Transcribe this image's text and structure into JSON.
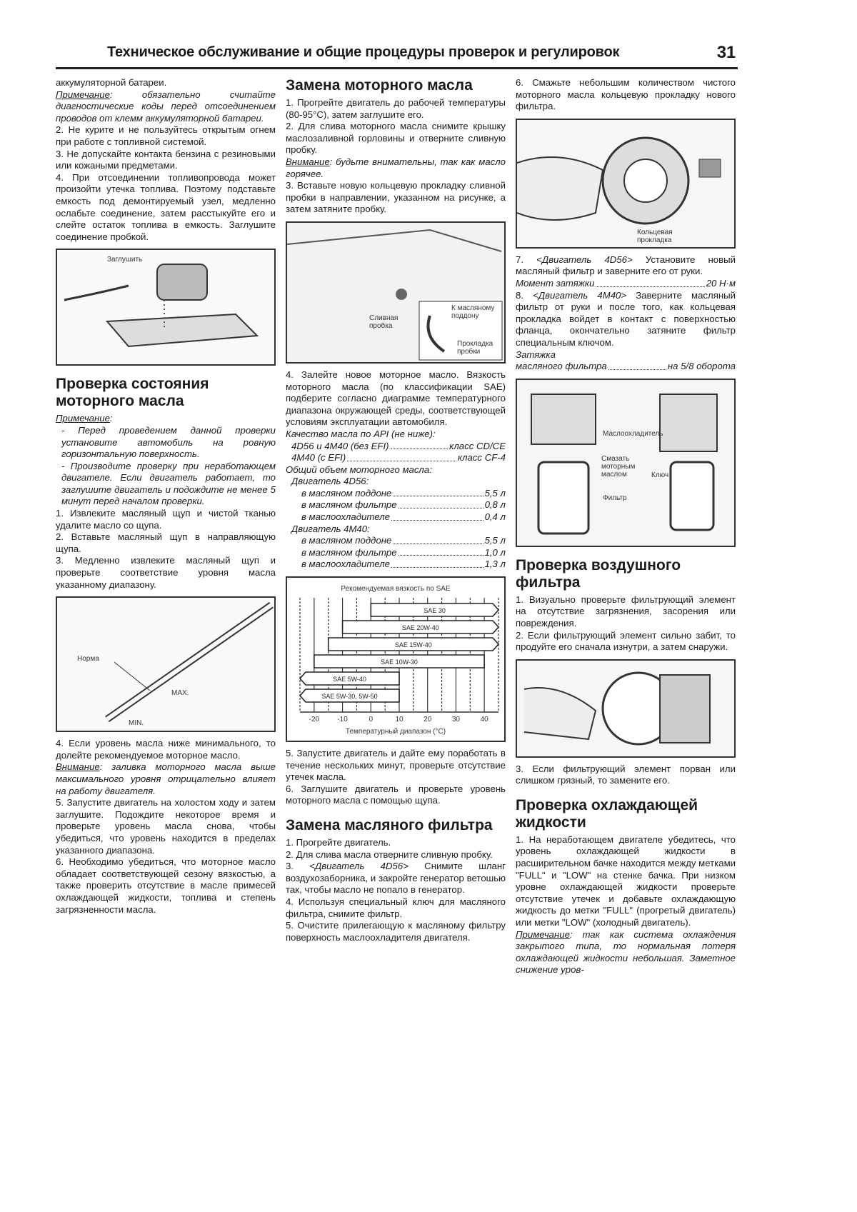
{
  "header": {
    "title": "Техническое обслуживание и общие процедуры проверок и регулировок",
    "page": "31"
  },
  "col1": {
    "p1": "аккумуляторной батареи.",
    "note_label": "Примечание",
    "note": ": обязательно считайте диагностические коды перед отсоединением проводов от клемм аккумуляторной батареи.",
    "p2": "2. Не курите и не пользуйтесь открытым огнем при работе с топливной системой.",
    "p3": "3. Не допускайте контакта бензина с резиновыми или кожаными предметами.",
    "p4": "4. При отсоединении топливопровода может произойти утечка топлива. Поэтому подставьте емкость под демонтируемый узел, медленно ослабьте соединение, затем расстыкуйте его и слейте остаток топлива в емкость. Заглушите соединение пробкой.",
    "fig1_caption": "Заглушить",
    "h_check": "Проверка состояния моторного масла",
    "note2_label": "Примечание",
    "note2_a": "- Перед проведением данной проверки установите автомобиль на ровную горизонтальную поверхность.",
    "note2_b": "- Производите проверку при неработающем двигателе. Если двигатель работает, то заглушите двигатель и подождите не менее 5 минут перед началом проверки.",
    "s1": "1. Извлеките масляный щуп и чистой тканью удалите масло со щупа.",
    "s2": "2. Вставьте масляный щуп в направляющую щупа.",
    "s3": "3. Медленно извлеките масляный щуп и проверьте соответствие уровня масла указанному диапазону.",
    "fig2_norm": "Норма",
    "fig2_max": "MAX.",
    "fig2_min": "MIN.",
    "s4": "4. Если уровень масла ниже минимального, то долейте рекомендуемое моторное масло.",
    "warn_label": "Внимание",
    "warn": ": заливка моторного масла выше максимального уровня отрицательно влияет на работу двигателя.",
    "s5": "5. Запустите двигатель на холостом ходу и затем заглушите. Подождите некоторое время и проверьте уровень масла снова, чтобы убедиться, что уровень находится в пределах указанного диапазона.",
    "s6": "6. Необходимо убедиться, что моторное масло обладает соответствующей сезону вязкостью, а также проверить отсутствие в масле примесей охлаждающей жидкости, топлива и степень загрязненности масла."
  },
  "col2": {
    "h_oil": "Замена моторного масла",
    "s1": "1. Прогрейте двигатель до рабочей температуры (80-95°С), затем заглушите его.",
    "s2": "2. Для слива моторного масла снимите крышку маслозаливной горловины и отверните сливную пробку.",
    "warn_label": "Внимание",
    "warn": ": будьте внимательны, так как масло горячее.",
    "s3": "3. Вставьте новую кольцевую прокладку сливной пробки в направлении, указанном на рисунке, а затем затяните пробку.",
    "fig_drain": "Сливная пробка",
    "fig_pan": "К масляному поддону",
    "fig_gasket": "Прокладка пробки",
    "s4": "4. Залейте новое моторное масло. Вязкость моторного масла (по классификации SAE) подберите согласно диаграмме температурного диапазона окружающей среды, соответствующей условиям эксплуатации автомобиля.",
    "api_title": "Качество масла по API (не ниже):",
    "api": [
      {
        "k": "4D56 и 4M40 (без EFI)",
        "v": "класс CD/CE"
      },
      {
        "k": "4M40 (с EFI)",
        "v": "класс CF-4"
      }
    ],
    "vol_title": "Общий объем моторного масла:",
    "eng1": "Двигатель 4D56:",
    "eng1_rows": [
      {
        "k": "в масляном поддоне",
        "v": "5,5 л"
      },
      {
        "k": "в масляном фильтре",
        "v": "0,8 л"
      },
      {
        "k": "в маслоохладителе",
        "v": "0,4 л"
      }
    ],
    "eng2": "Двигатель 4M40:",
    "eng2_rows": [
      {
        "k": "в масляном поддоне",
        "v": "5,5 л"
      },
      {
        "k": "в масляном фильтре",
        "v": "1,0 л"
      },
      {
        "k": "в маслоохладителе",
        "v": "1,3 л"
      }
    ],
    "s5": "5. Запустите двигатель и дайте ему поработать в течение нескольких минут, проверьте отсутствие утечек масла.",
    "s6": "6. Заглушите двигатель и проверьте уровень моторного масла с помощью щупа.",
    "h_filter": "Замена масляного фильтра",
    "f1": "1. Прогрейте двигатель.",
    "f2": "2. Для слива масла отверните сливную пробку.",
    "f3_a": "3. ",
    "f3_eng": "<Двигатель 4D56>",
    "f3_b": " Снимите шланг воздухозаборника, и закройте генератор ветошью так, чтобы масло не попало в генератор.",
    "f4": "4. Используя специальный ключ для масляного фильтра, снимите фильтр.",
    "f5": "5. Очистите прилегающую к масляному фильтру поверхность маслоохладителя двигателя."
  },
  "chart_data": {
    "type": "bar",
    "title": "Рекомендуемая вязкость по SAE",
    "xlabel": "Температурный диапазон (°С)",
    "xticks": [
      -20,
      -10,
      0,
      10,
      20,
      30,
      40
    ],
    "xlim": [
      -25,
      45
    ],
    "series": [
      {
        "name": "SAE 30",
        "from": 0,
        "to": 45,
        "arrow": "right"
      },
      {
        "name": "SAE 20W-40",
        "from": -10,
        "to": 45,
        "arrow": "right"
      },
      {
        "name": "SAE 15W-40",
        "from": -15,
        "to": 45,
        "arrow": "right"
      },
      {
        "name": "SAE 10W-30",
        "from": -20,
        "to": 40,
        "arrow": "none"
      },
      {
        "name": "SAE 5W-40",
        "from": -25,
        "to": 10,
        "arrow": "left"
      },
      {
        "name": "SAE 5W-30, 5W-50",
        "from": -25,
        "to": 10,
        "arrow": "left"
      }
    ]
  },
  "col3": {
    "s6": "6. Смажьте небольшим количеством чистого моторного масла кольцевую прокладку нового фильтра.",
    "fig_gasket": "Кольцевая прокладка",
    "s7_a": "7. ",
    "s7_eng": "<Двигатель 4D56>",
    "s7_b": " Установите новый масляный фильтр и заверните его от руки.",
    "torque_k": "Момент затяжки",
    "torque_v": "20 Н·м",
    "s8_a": "8. ",
    "s8_eng": "<Двигатель 4M40>",
    "s8_b": " Заверните масляный фильтр от руки и после того, как кольцевая прокладка войдет в контакт с поверхностью фланца, окончательно затяните фильтр специальным ключом.",
    "tight_k1": "Затяжка",
    "tight_k2": "масляного фильтра",
    "tight_v": "на 5/8 оборота",
    "fig_cooler": "Маслоохладитель",
    "fig_grease": "Смазать моторным маслом",
    "fig_filter": "Фильтр",
    "fig_key": "Ключ",
    "h_air": "Проверка воздушного фильтра",
    "a1": "1. Визуально проверьте фильтрующий элемент на отсутствие загрязнения, засорения или повреждения.",
    "a2": "2. Если фильтрующий элемент сильно забит, то продуйте его сначала изнутри, а затем снаружи.",
    "a3": "3. Если фильтрующий элемент порван или слишком грязный, то замените его.",
    "h_cool": "Проверка охлаждающей жидкости",
    "k1": "1. На неработающем двигателе убедитесь, что уровень охлаждающей жидкости в расширительном бачке находится между метками \"FULL\" и \"LOW\" на стенке бачка. При низком уровне охлаждающей жидкости проверьте отсутствие утечек и добавьте охлаждающую жидкость до метки \"FULL\" (прогретый двигатель) или метки \"LOW\" (холодный двигатель).",
    "note_label": "Примечание",
    "note": ": так как система охлаждения закрытого типа, то нормальная потеря охлаждающей жидкости небольшая. Заметное снижение уров-"
  }
}
